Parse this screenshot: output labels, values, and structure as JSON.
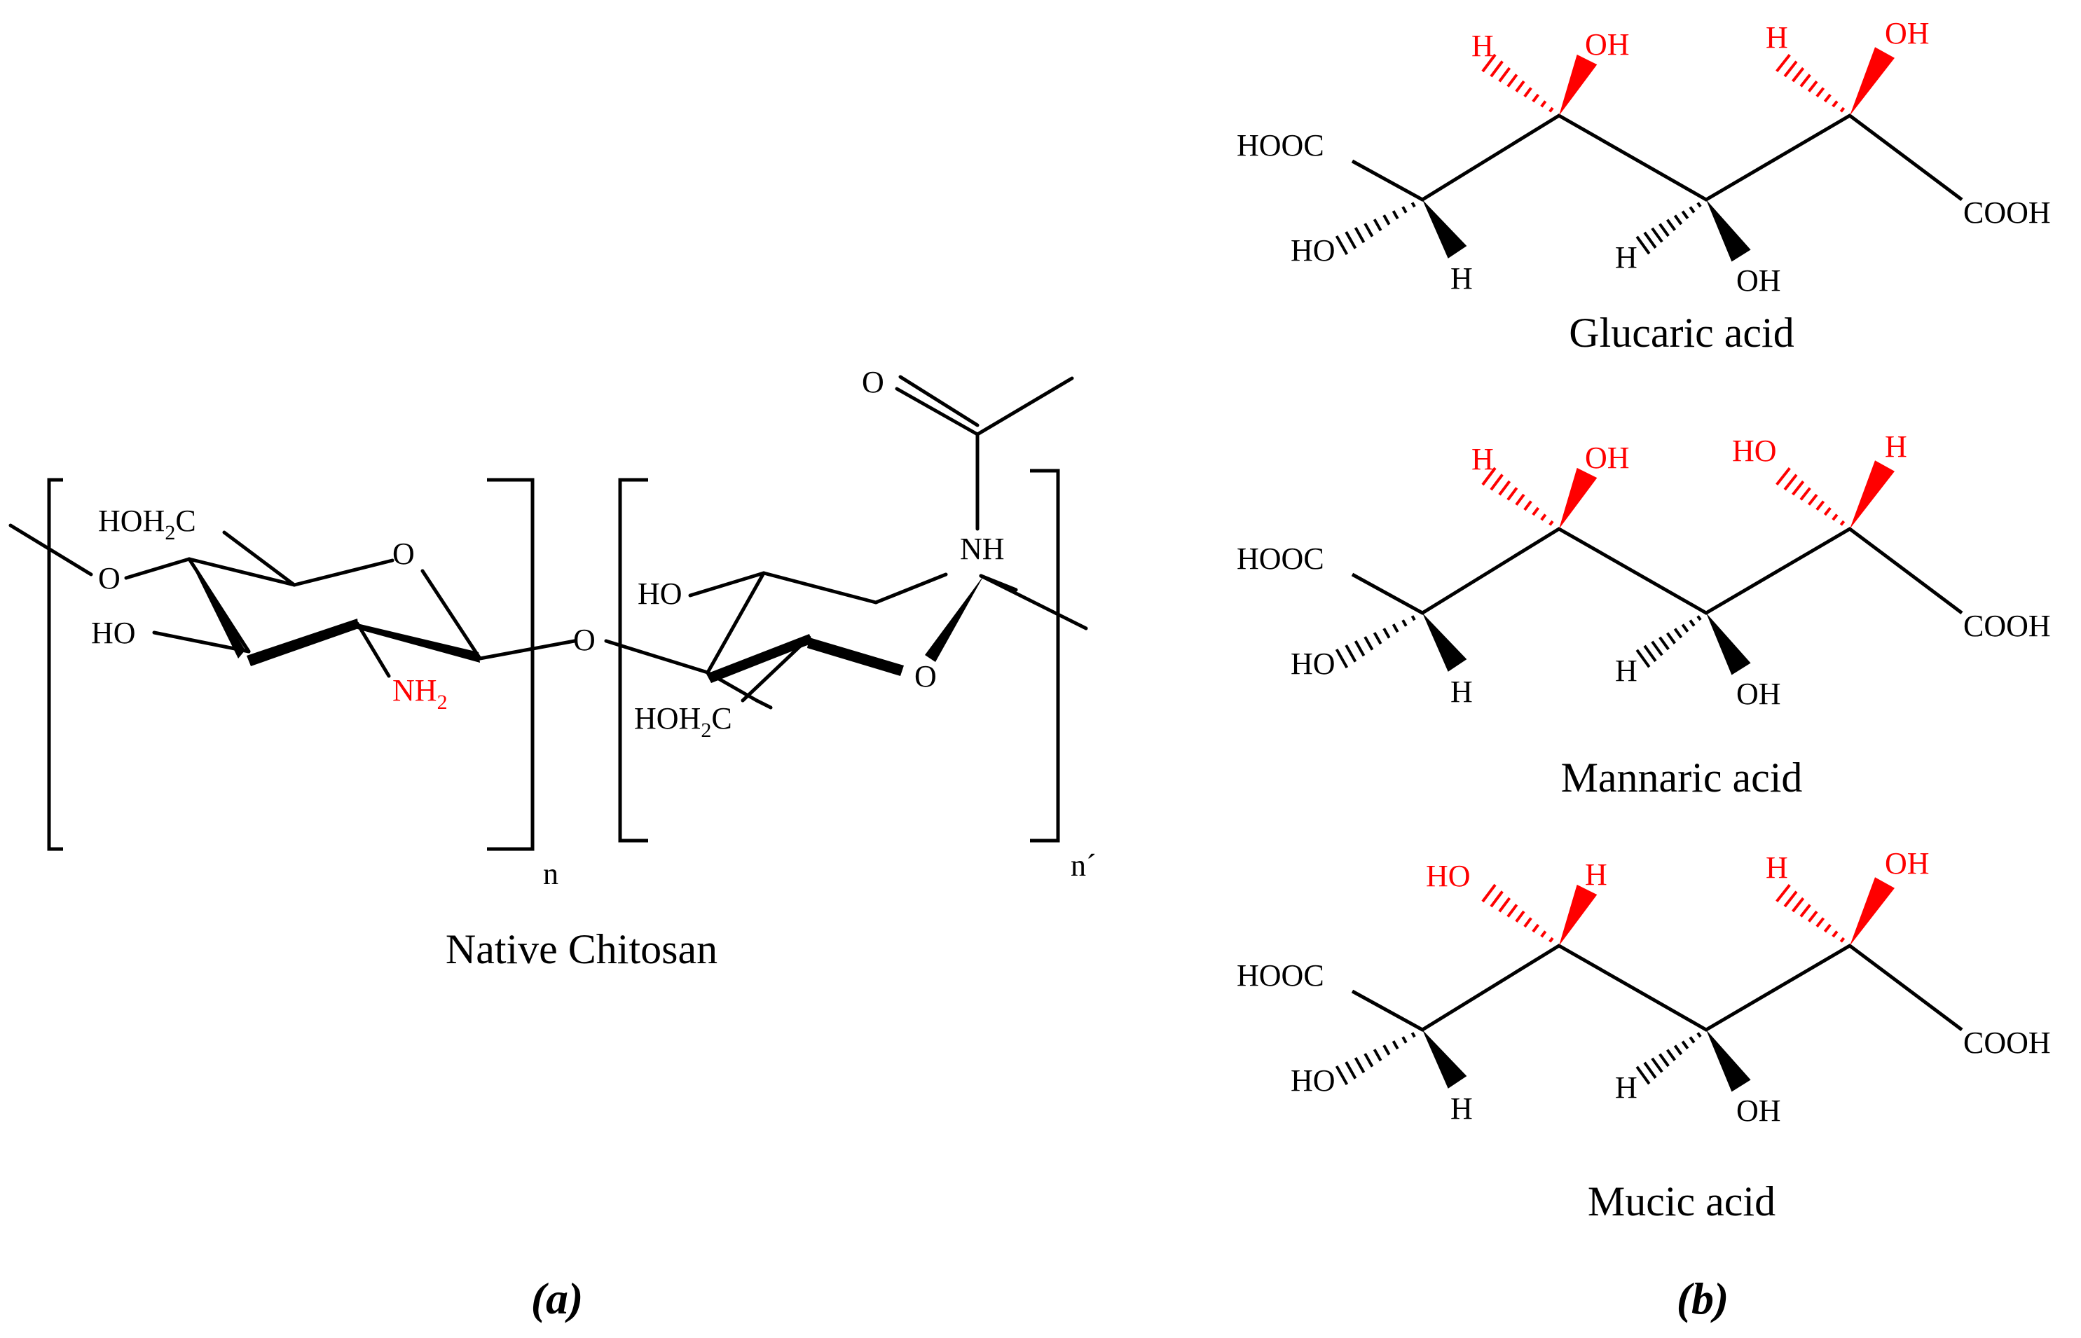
{
  "colors": {
    "ink": "#000000",
    "highlight": "#ff0000"
  },
  "panel_a": {
    "caption": "(a)",
    "title": "Native Chitosan",
    "repeat_n": "n",
    "repeat_n2": "n´",
    "ring1": {
      "ch2oh_pre": "HOH",
      "ch2oh_sub": "2",
      "ch2oh_post": "C",
      "o_ring": "O",
      "ho": "HO",
      "o_link": "O",
      "nh2_main": "NH",
      "nh2_sub": "2"
    },
    "bridge_o": "O",
    "ring2": {
      "ho": "HO",
      "ch2oh_pre": "HOH",
      "ch2oh_sub": "2",
      "ch2oh_post": "C",
      "o_ring": "O",
      "nh": "NH",
      "carbonyl_o": "O"
    }
  },
  "panel_b": {
    "caption": "(b)",
    "acids": [
      {
        "name": "Glucaric acid",
        "left_end": "HOOC",
        "right_end": "COOH",
        "c1_down_hash": "HO",
        "c1_down_wedge": "H",
        "c2_up_hash": "H",
        "c2_up_wedge": "OH",
        "c3_down_hash": "H",
        "c3_down_wedge": "OH",
        "c4_up_hash": "H",
        "c4_up_wedge": "OH"
      },
      {
        "name": "Mannaric acid",
        "left_end": "HOOC",
        "right_end": "COOH",
        "c1_down_hash": "HO",
        "c1_down_wedge": "H",
        "c2_up_hash": "H",
        "c2_up_wedge": "OH",
        "c3_down_hash": "H",
        "c3_down_wedge": "OH",
        "c4_up_hash": "HO",
        "c4_up_wedge": "H"
      },
      {
        "name": "Mucic acid",
        "left_end": "HOOC",
        "right_end": "COOH",
        "c1_down_hash": "HO",
        "c1_down_wedge": "H",
        "c2_up_hash": "HO",
        "c2_up_wedge": "H",
        "c3_down_hash": "H",
        "c3_down_wedge": "OH",
        "c4_up_hash": "H",
        "c4_up_wedge": "OH"
      }
    ]
  }
}
